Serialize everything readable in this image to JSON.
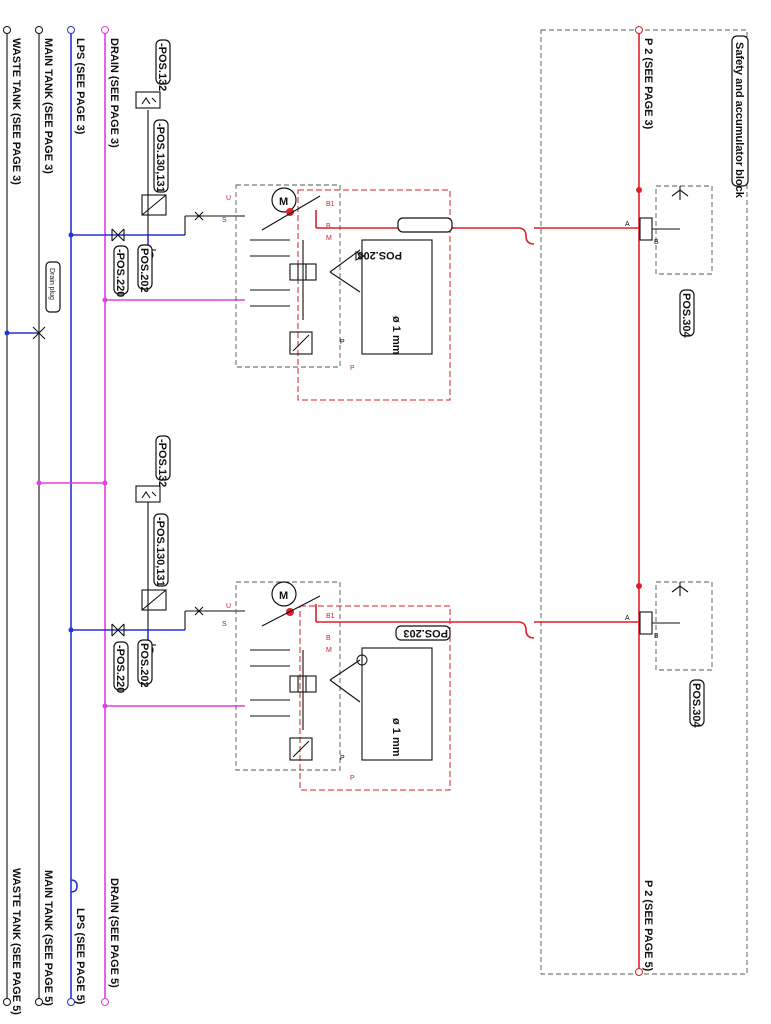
{
  "diagram": {
    "lines": {
      "p2_top": "P 2 (SEE PAGE 3)",
      "p2_bottom": "P 2 (SEE PAGE 5)",
      "drain_top": "DRAIN (SEE PAGE 3)",
      "drain_bottom": "DRAIN (SEE PAGE 5)",
      "lps_top": "LPS (SEE PAGE 3)",
      "lps_bottom": "LPS (SEE PAGE 5)",
      "main_tank_top": "MAIN TANK (SEE PAGE 3)",
      "main_tank_bottom": "MAIN TANK (SEE PAGE 5)",
      "waste_tank_top": "WASTE TANK (SEE PAGE 3)",
      "waste_tank_bottom": "WASTE TANK (SEE PAGE 5)"
    },
    "safety_block_label": "Safety and accumulator block",
    "drain_plug_label": "Drain plug",
    "units": [
      {
        "pos_132": "-POS.132",
        "pos_130_131": "-POS.130,131",
        "pos_202": "POS.202",
        "pos_220": "-POS.220",
        "pos_203": "POS.203",
        "pos_304": "POS.304",
        "orifice": "ø 1 mm",
        "motor": "M"
      },
      {
        "pos_132": "-POS.132",
        "pos_130_131": "-POS.130,131",
        "pos_202": "POS.202",
        "pos_220": "-POS.220",
        "pos_203": "POS.203",
        "pos_304": "POS.304",
        "orifice": "ø 1 mm",
        "motor": "M"
      }
    ],
    "colors": {
      "pressure": "#e01f2b",
      "lps": "#2433d6",
      "drain": "#e13ee3",
      "tank": "#111111"
    }
  }
}
